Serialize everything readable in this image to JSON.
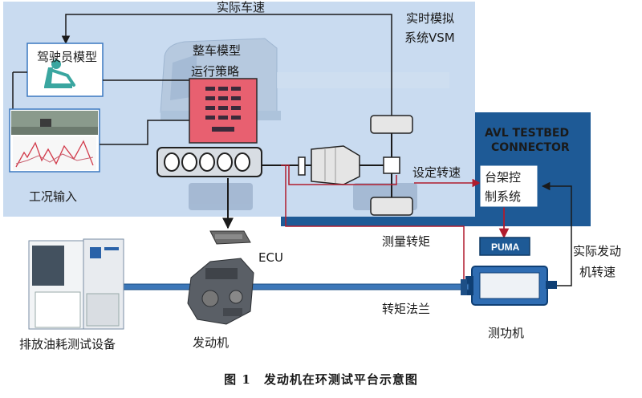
{
  "labels": {
    "actual_vehicle_speed": "实际车速",
    "realtime_sim_line1": "实时模拟",
    "realtime_sim_line2": "系统VSM",
    "driver_model": "驾驶员模型",
    "vehicle_model_line1": "整车模型",
    "vehicle_model_line2": "运行策略",
    "condition_input": "工况输入",
    "avl_line1": "AVL TESTBED",
    "avl_line2": "CONNECTOR",
    "set_speed": "设定转速",
    "bench_control_line1": "台架控",
    "bench_control_line2": "制系统",
    "puma": "PUMA",
    "measured_torque": "测量转矩",
    "ecu": "ECU",
    "actual_engine_speed_line1": "实际发动",
    "actual_engine_speed_line2": "机转速",
    "torque_flange": "转矩法兰",
    "emission_fuel_equipment": "排放油耗测试设备",
    "engine": "发动机",
    "dynamometer": "测功机"
  },
  "caption": "图 1　发动机在环测试平台示意图",
  "colors": {
    "vsm_bg": "#c9dbf0",
    "avl_bg": "#1e5a96",
    "red_line": "#b01c2e",
    "vehicle_panel": "#e86070",
    "panel_border": "#3a78c0"
  }
}
